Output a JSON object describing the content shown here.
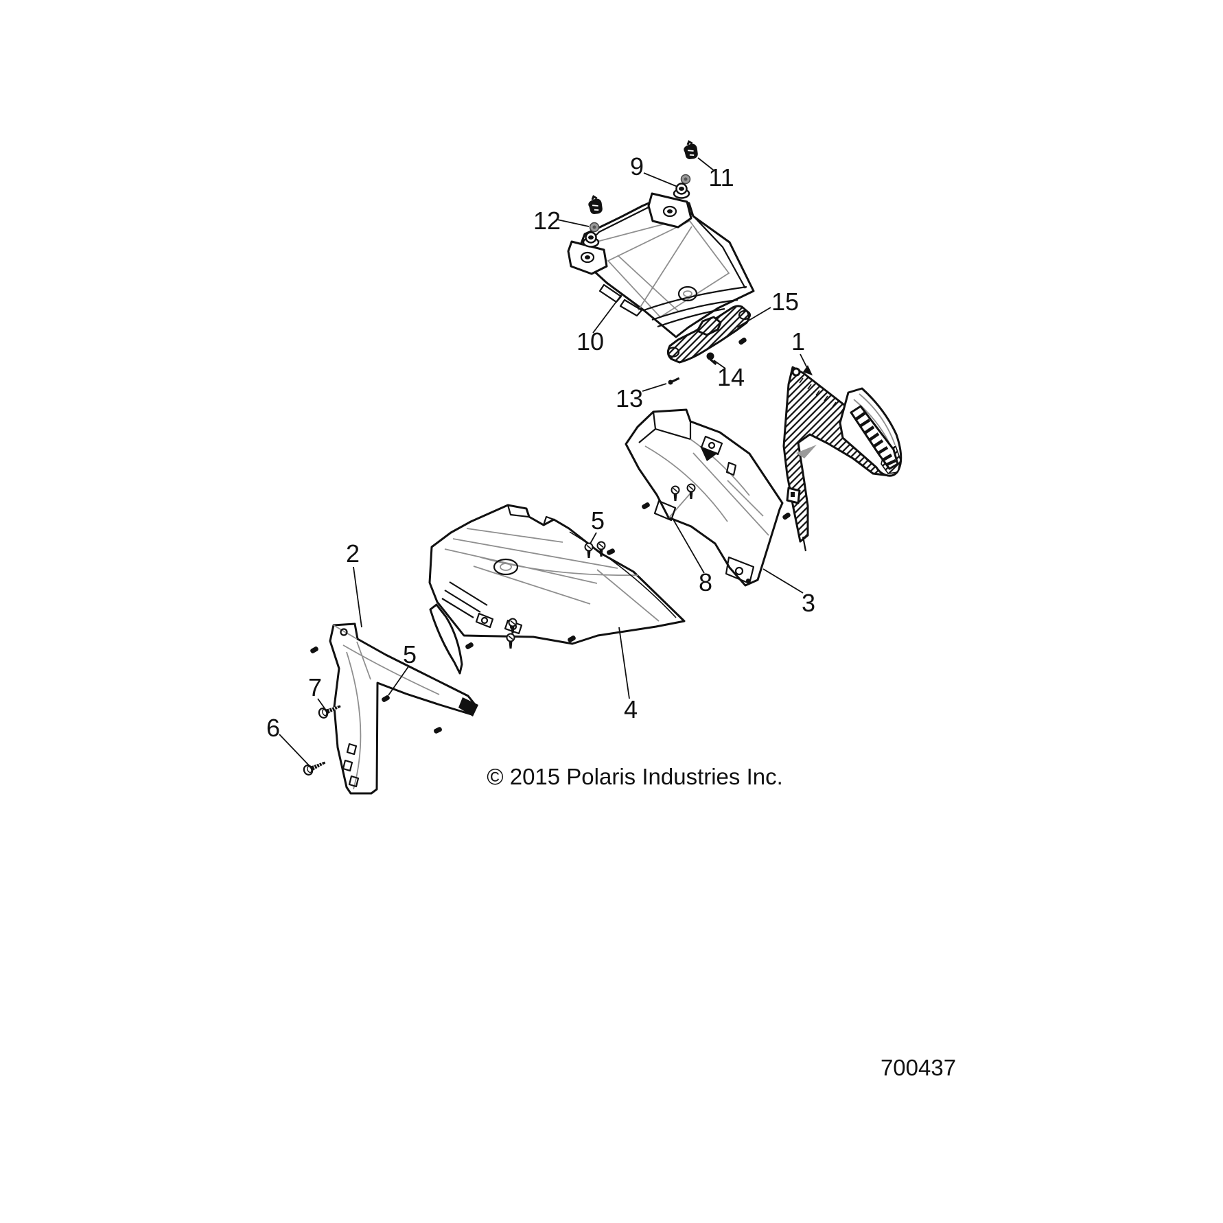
{
  "diagram": {
    "copyright": "© 2015 Polaris Industries Inc.",
    "figure_number": "700437",
    "callouts": {
      "n1": "1",
      "n2": "2",
      "n3": "3",
      "n4": "4",
      "n5a": "5",
      "n5b": "5",
      "n6": "6",
      "n7": "7",
      "n8": "8",
      "n9": "9",
      "n10": "10",
      "n11": "11",
      "n12": "12",
      "n13": "13",
      "n14": "14",
      "n15": "15"
    },
    "colors": {
      "background": "#ffffff",
      "line": "#111111",
      "detail": "#8f8f8f"
    }
  }
}
